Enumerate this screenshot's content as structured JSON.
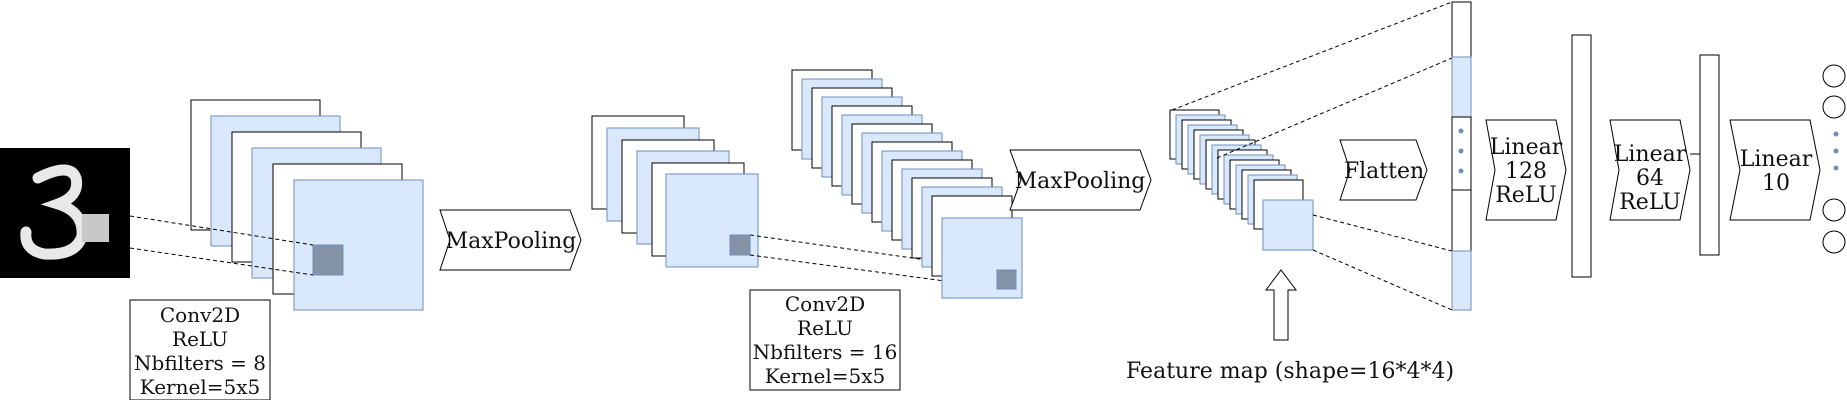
{
  "conv1": {
    "lines": [
      "Conv2D",
      "ReLU",
      "Nbfilters = 8",
      "Kernel=5x5"
    ]
  },
  "pool1": {
    "label": "MaxPooling"
  },
  "conv2": {
    "lines": [
      "Conv2D",
      "ReLU",
      "Nbfilters = 16",
      "Kernel=5x5"
    ]
  },
  "pool2": {
    "label": "MaxPooling"
  },
  "feature_map": {
    "label": "Feature map (shape=16*4*4)"
  },
  "flatten": {
    "label": "Flatten"
  },
  "dense1": {
    "lines": [
      "Linear",
      "128",
      "ReLU"
    ]
  },
  "dense2": {
    "lines": [
      "Linear",
      "64",
      "ReLU"
    ]
  },
  "dense3": {
    "lines": [
      "Linear",
      "10"
    ]
  },
  "colors": {
    "blue_fill": "#dae8fc",
    "blue_stroke": "#6c8ebf",
    "kernel_fill": "#8492a6"
  }
}
